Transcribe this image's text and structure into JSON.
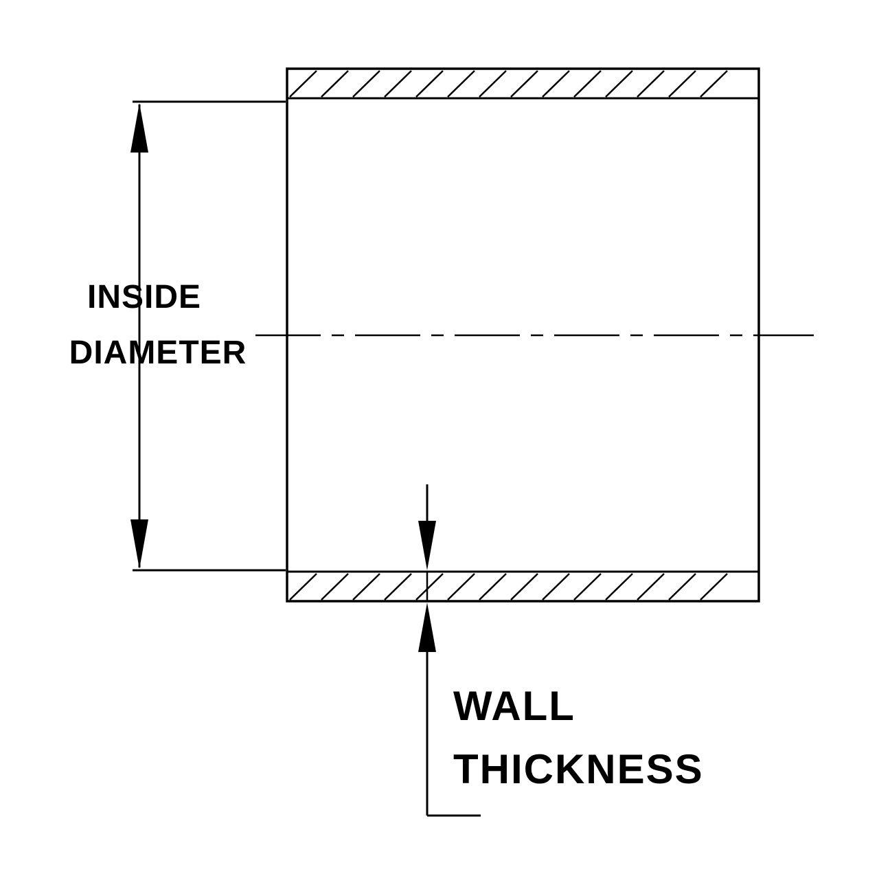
{
  "diagram": {
    "type": "technical-cross-section",
    "subject": "tube-wall-dimension-drawing",
    "labels": {
      "inside_diameter_line1": "INSIDE",
      "inside_diameter_line2": "DIAMETER",
      "wall_thickness_line1": "WALL",
      "wall_thickness_line2": "THICKNESS"
    },
    "colors": {
      "line": "#000000",
      "background": "#ffffff"
    }
  }
}
